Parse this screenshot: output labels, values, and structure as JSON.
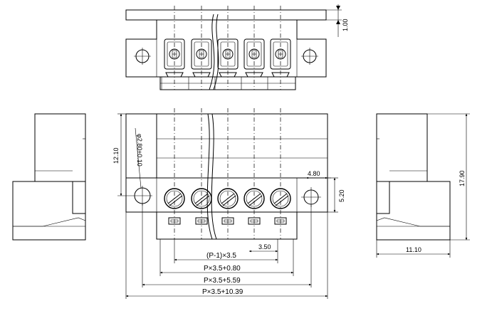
{
  "dimensions": {
    "top_height": "1.00",
    "body_height": "12.10",
    "hole_dia": "φ2.80±0.10",
    "edge_offset": "4.80",
    "hole_row": "5.20",
    "side_height": "17.90",
    "side_depth": "11.10",
    "pitch": "3.50",
    "row1": "(P-1)×3.5",
    "row2": "P×3.5+0.80",
    "row3": "P×3.5+5.59",
    "row4": "P×3.5+10.39"
  }
}
